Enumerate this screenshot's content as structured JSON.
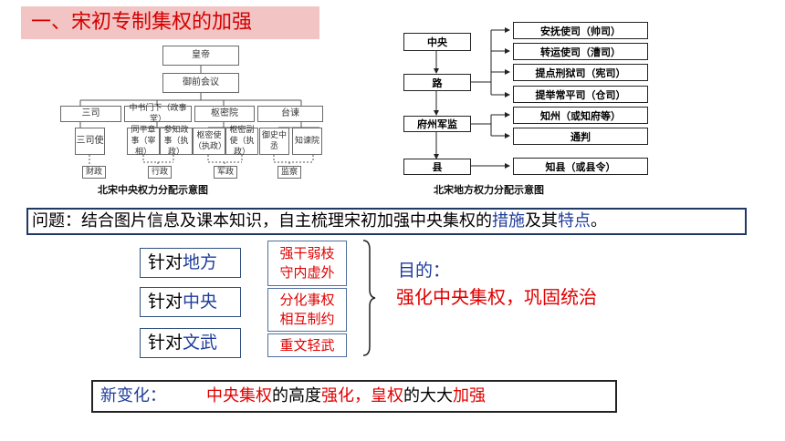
{
  "title": "一、宋初专制集权的加强",
  "central_diagram": {
    "emperor": "皇帝",
    "council": "御前会议",
    "depts": [
      "三司",
      "中书门下（政事堂）",
      "枢密院",
      "台谏"
    ],
    "subs": [
      "三司使",
      "同平章事（宰相）",
      "参知政事（执政）",
      "枢密使（执政）",
      "枢密副使（执政）",
      "御史中丞",
      "知谏院"
    ],
    "powers": [
      "财政",
      "行政",
      "军政",
      "监察"
    ],
    "caption": "北宋中央权力分配示意图"
  },
  "local_diagram": {
    "left_nodes": [
      "中央",
      "路",
      "府州军监",
      "县"
    ],
    "right_nodes": [
      "安抚使司（帅司）",
      "转运使司（漕司）",
      "提点刑狱司（宪司）",
      "提举常平司（仓司）",
      "知州（或知府等）",
      "通判",
      "知县（或县令）"
    ],
    "caption": "北宋地方权力分配示意图"
  },
  "question": {
    "prefix": "问题：结合图片信息及课本知识，自主梳理宋初加强中央集权的",
    "w1": "措施",
    "mid": "及其",
    "w2": "特点",
    "end": "。"
  },
  "targets": [
    {
      "label": "针对",
      "word": "地方"
    },
    {
      "label": "针对",
      "word": "中央"
    },
    {
      "label": "针对",
      "word": "文武"
    }
  ],
  "measures": [
    {
      "line1": "强干弱枝",
      "line2": "守内虚外"
    },
    {
      "line1": "分化事权",
      "line2": "相互制约"
    },
    {
      "line1": "重文轻武"
    }
  ],
  "purpose": {
    "label": "目的：",
    "p1": "强化中央集权",
    "comma": "，",
    "p2": "巩固统治"
  },
  "new_change": {
    "label": "新变化：",
    "a": "中央集权",
    "b": "的高度",
    "c": "强化",
    "d": "，",
    "e": "皇权",
    "f": "的大大",
    "g": "加强"
  }
}
